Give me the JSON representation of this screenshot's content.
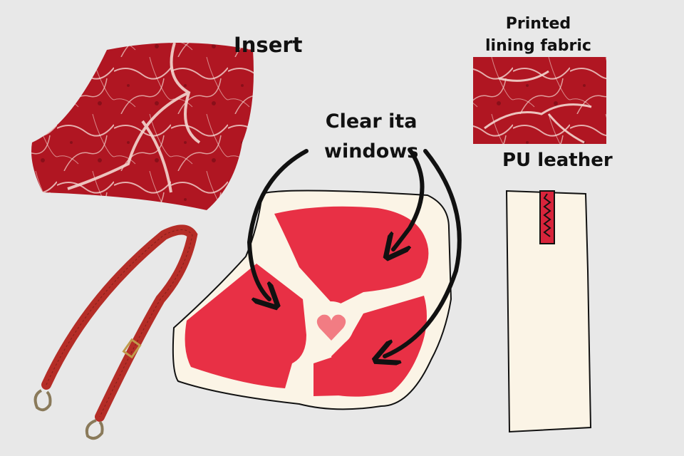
{
  "labels": {
    "insert": "Insert",
    "lining_line1": "Printed",
    "lining_line2": "lining fabric",
    "windows_line1": "Clear ita",
    "windows_line2": "windows",
    "pu_leather": "PU leather"
  },
  "colors": {
    "background": "#e8e8e8",
    "meat_red": "#b01622",
    "meat_marbling": "#f3d6cf",
    "bag_body": "#fbf4e6",
    "window_red": "#e83045",
    "heart_pink": "#f27c83",
    "strap_red": "#b52d27",
    "zipper_red": "#d8243b",
    "outline": "#111111"
  },
  "icons": [
    "strap-hook-icon",
    "zipper-icon",
    "heart-icon",
    "arrow-icon"
  ]
}
